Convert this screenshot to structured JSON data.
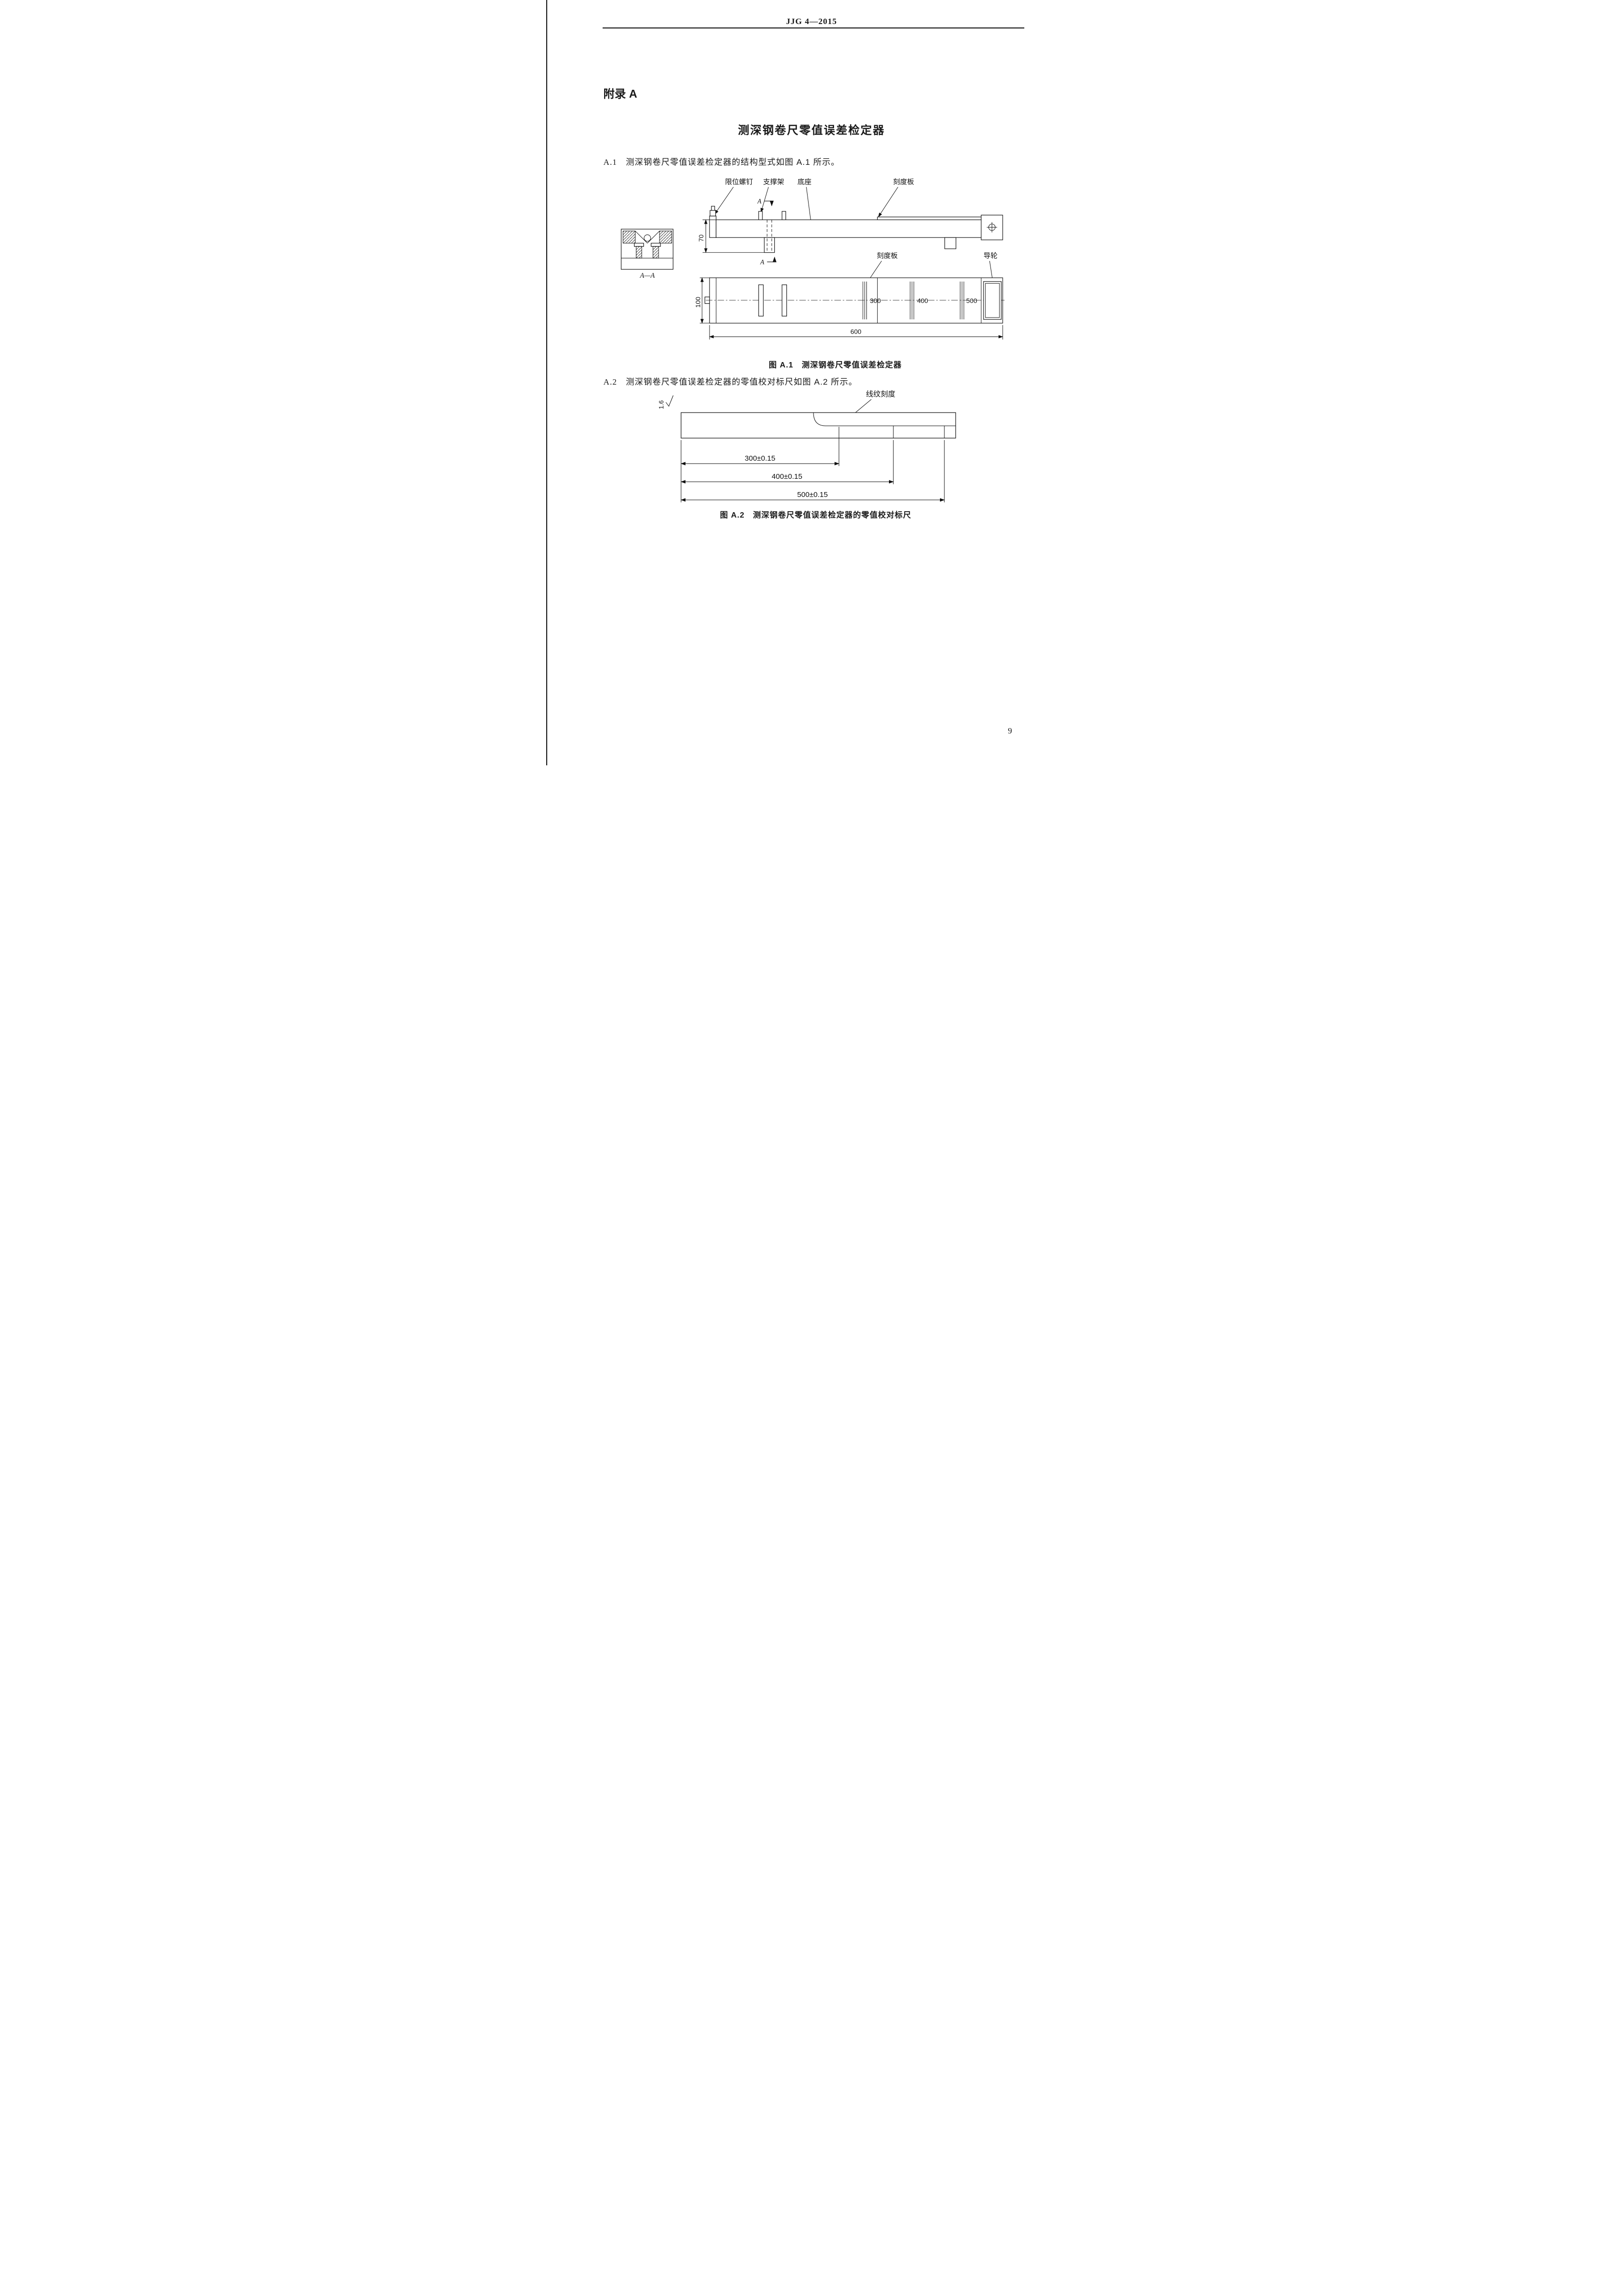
{
  "header": {
    "standard_code": "JJG 4—2015"
  },
  "appendix": {
    "label": "附录 A",
    "title": "测深钢卷尺零值误差检定器"
  },
  "section_a1": {
    "number": "A.1",
    "text": "测深钢卷尺零值误差检定器的结构型式如图 A.1 所示。"
  },
  "section_a2": {
    "number": "A.2",
    "text": "测深钢卷尺零值误差检定器的零值校对标尺如图 A.2 所示。"
  },
  "figure_a1": {
    "caption": "图 A.1　测深钢卷尺零值误差检定器",
    "labels": {
      "limit_screw": "限位螺钉",
      "support_frame": "支撑架",
      "base": "底座",
      "scale_plate": "刻度板",
      "scale_plate_2": "刻度板",
      "guide_wheel": "导轮",
      "section_view": "A—A",
      "section_mark_top": "A",
      "section_mark_bottom": "A"
    },
    "dimensions": {
      "side_height": "70",
      "top_width": "100",
      "total_length": "600",
      "grad_300": "300",
      "grad_400": "400",
      "grad_500": "500"
    }
  },
  "figure_a2": {
    "caption": "图 A.2　测深钢卷尺零值误差检定器的零值校对标尺",
    "labels": {
      "line_graduation": "线纹刻度",
      "roughness_value": "1.6"
    },
    "dimensions": {
      "d300": "300±0.15",
      "d400": "400±0.15",
      "d500": "500±0.15"
    }
  },
  "footer": {
    "page_number": "9"
  }
}
